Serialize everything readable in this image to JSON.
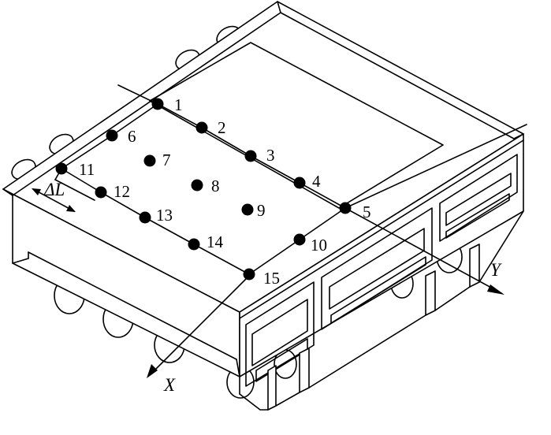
{
  "points": [
    {
      "label": "1"
    },
    {
      "label": "2"
    },
    {
      "label": "3"
    },
    {
      "label": "4"
    },
    {
      "label": "5"
    },
    {
      "label": "6"
    },
    {
      "label": "7"
    },
    {
      "label": "8"
    },
    {
      "label": "9"
    },
    {
      "label": "10"
    },
    {
      "label": "11"
    },
    {
      "label": "12"
    },
    {
      "label": "13"
    },
    {
      "label": "14"
    },
    {
      "label": "15"
    }
  ],
  "axes": {
    "x_label": "X",
    "y_label": "Y"
  },
  "spacing_label": "ΔL",
  "colors": {
    "stroke": "#000000",
    "background": "#ffffff"
  }
}
